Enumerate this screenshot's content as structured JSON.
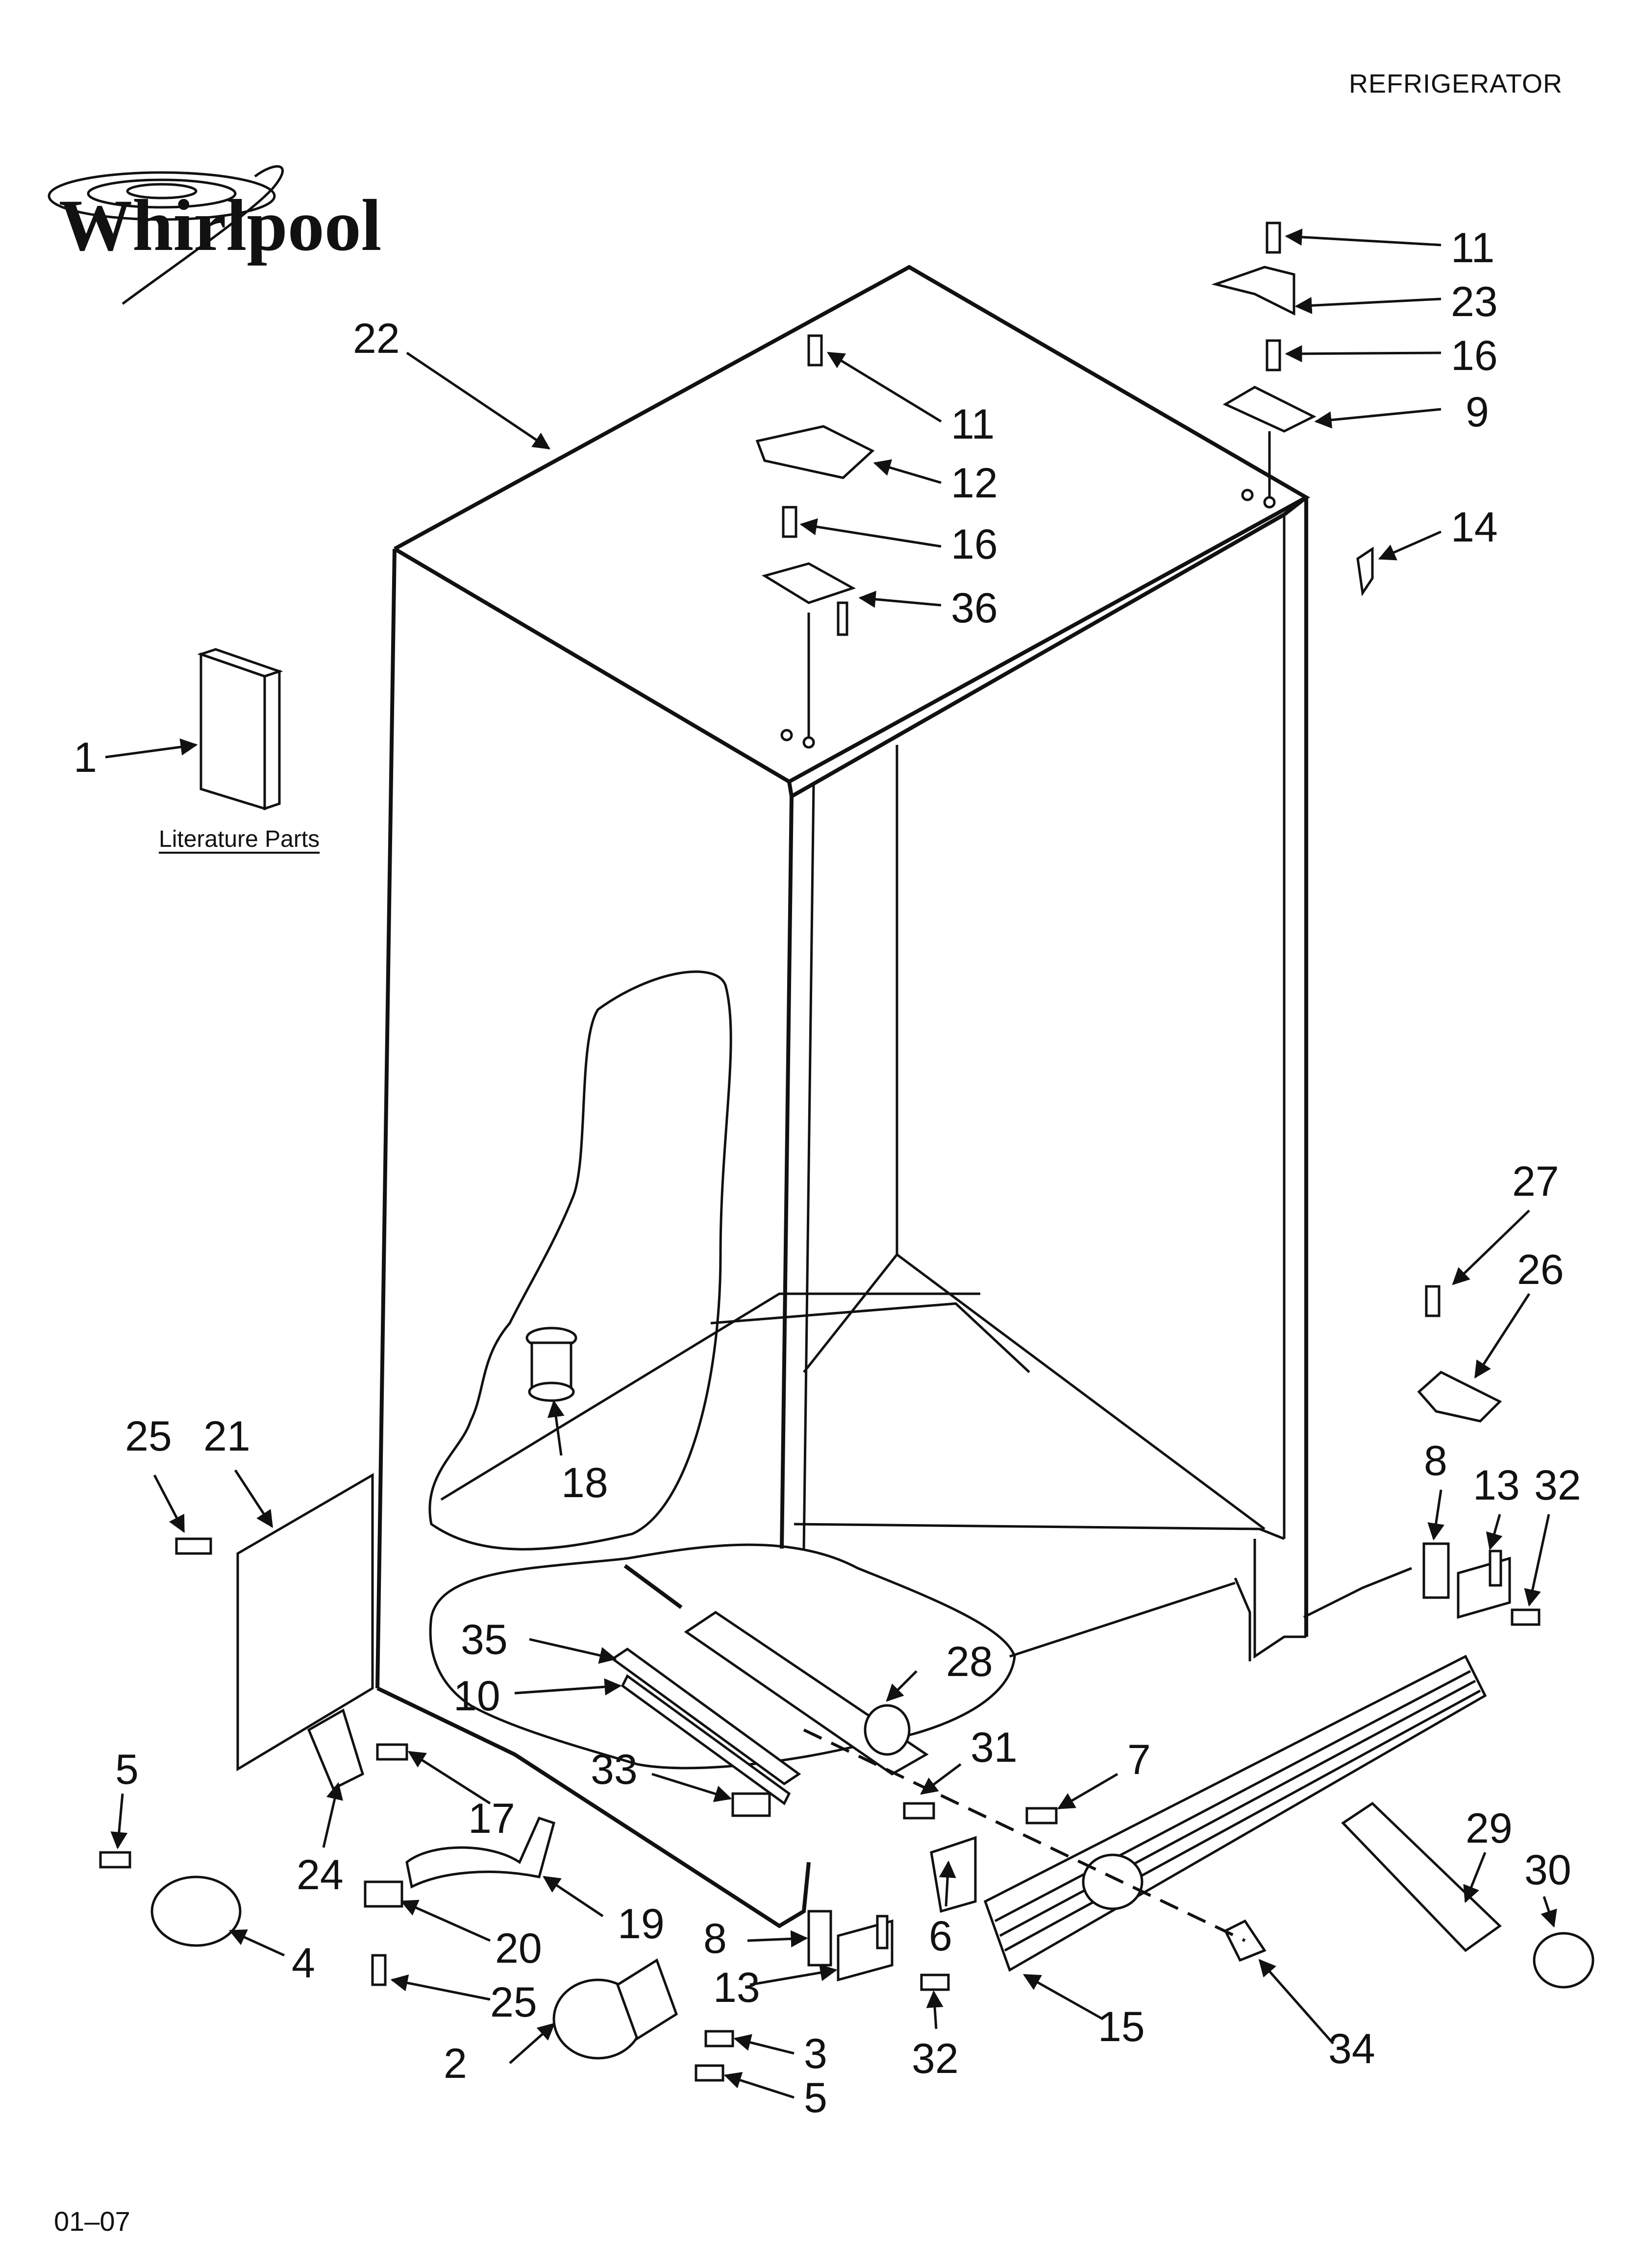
{
  "header": {
    "title": "REFRIGERATOR"
  },
  "brand": {
    "logo_text": "Whirlpool"
  },
  "literature_label": "Literature Parts",
  "footer": {
    "code": "01–07"
  },
  "callouts": {
    "c1": "1",
    "c2": "2",
    "c3": "3",
    "c4": "4",
    "c5a": "5",
    "c5b": "5",
    "c6": "6",
    "c7": "7",
    "c8a": "8",
    "c8b": "8",
    "c9": "9",
    "c10": "10",
    "c11a": "11",
    "c11b": "11",
    "c12": "12",
    "c13a": "13",
    "c13b": "13",
    "c14": "14",
    "c15": "15",
    "c16a": "16",
    "c16b": "16",
    "c17": "17",
    "c18": "18",
    "c19": "19",
    "c20": "20",
    "c21": "21",
    "c22": "22",
    "c23": "23",
    "c24": "24",
    "c25a": "25",
    "c25b": "25",
    "c26": "26",
    "c27": "27",
    "c28": "28",
    "c29": "29",
    "c30": "30",
    "c31": "31",
    "c32a": "32",
    "c32b": "32",
    "c33": "33",
    "c34": "34",
    "c35": "35",
    "c36": "36"
  }
}
